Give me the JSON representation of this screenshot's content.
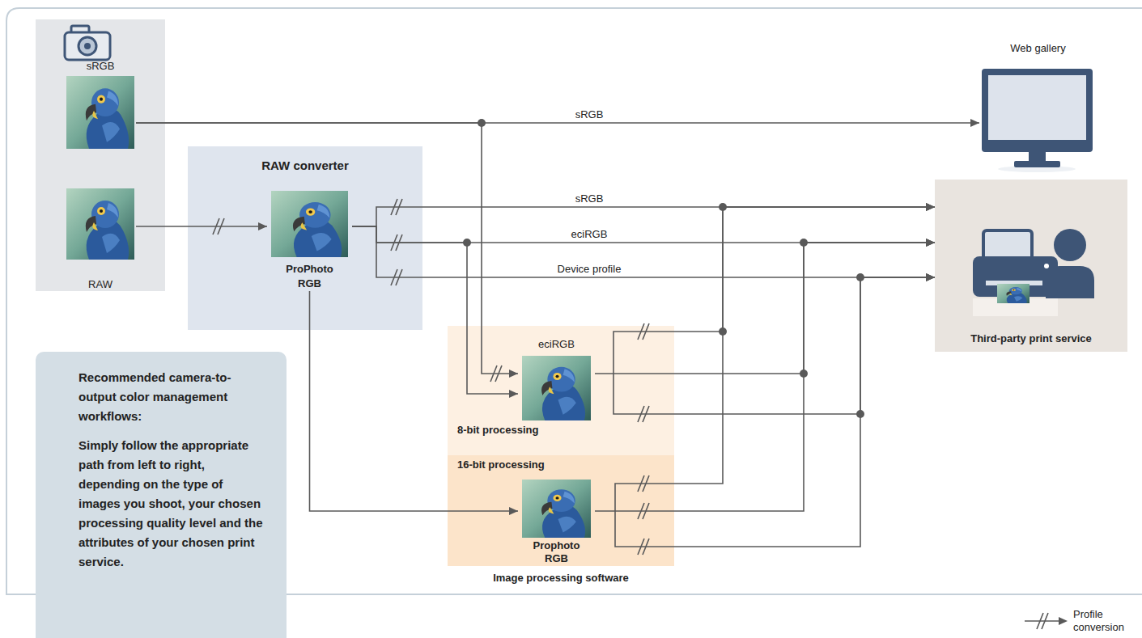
{
  "diagram": {
    "nodes": [
      {
        "text": [
          "sRGB"
        ]
      },
      {
        "text": [
          "RAW"
        ]
      },
      {
        "text": [
          "RAW converter"
        ]
      },
      {
        "text": [
          "ProPhoto RGB"
        ],
        "in": 2
      },
      {
        "text": [
          "Image processing software"
        ]
      },
      {
        "text": [
          "8-bit processing"
        ],
        "in": 4
      },
      {
        "text": [
          "eciRGB"
        ],
        "in": 5
      },
      {
        "text": [
          "16-bit processing"
        ],
        "in": 4
      },
      {
        "text": [
          "Prophoto RGB"
        ],
        "in": 7
      },
      {
        "text": [
          "Web gallery"
        ]
      },
      {
        "text": [
          "Third-party print service"
        ]
      },
      {
        "text": [
          "Recommended camera-to-output color management workflows:",
          "Simply follow the appropriate path from left to right, depending on the type of images you shoot, your chosen processing quality level and the attributes of your chosen print service."
        ]
      }
    ],
    "edges": [
      {
        "from": 0,
        "to": 9,
        "arrow": "to",
        "label": "sRGB"
      },
      {
        "from": 1,
        "to": 3,
        "arrow": "to"
      },
      {
        "from": 3,
        "to": 10,
        "arrow": "to",
        "label": "sRGB"
      },
      {
        "from": 3,
        "to": 10,
        "arrow": "to",
        "label": "eciRGB"
      },
      {
        "from": 3,
        "to": 10,
        "arrow": "to",
        "label": "Device profile"
      },
      {
        "from": 0,
        "to": 6,
        "arrow": "to"
      },
      {
        "from": 3,
        "to": 6,
        "arrow": "to"
      },
      {
        "from": 3,
        "to": 8,
        "arrow": "to"
      },
      {
        "from": 6,
        "to": 10,
        "arrow": "to"
      },
      {
        "from": 8,
        "to": 10,
        "arrow": "to"
      }
    ],
    "legend": [
      {
        "text": "Profile conversion"
      }
    ]
  }
}
